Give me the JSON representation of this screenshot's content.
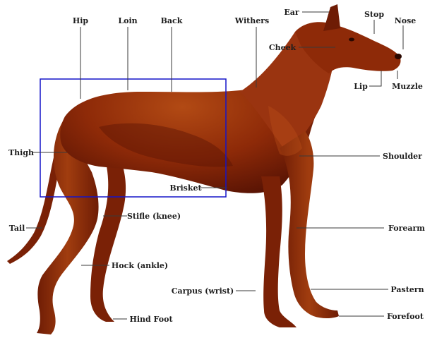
{
  "diagram": {
    "colors": {
      "coat": "#8e2a08",
      "coat_dark": "#5a1404",
      "coat_light": "#c0531a",
      "highlight_box": "#1414c8",
      "leader_line": "#3a3a3a"
    },
    "labels": {
      "hip": "Hip",
      "loin": "Loin",
      "back": "Back",
      "withers": "Withers",
      "ear": "Ear",
      "stop": "Stop",
      "nose": "Nose",
      "cheek": "Cheek",
      "lip": "Lip",
      "muzzle": "Muzzle",
      "thigh": "Thigh",
      "shoulder": "Shoulder",
      "brisket": "Brisket",
      "stifle": "Stifle (knee)",
      "tail": "Tail",
      "forearm": "Forearm",
      "hock": "Hock (ankle)",
      "carpus": "Carpus (wrist)",
      "pastern": "Pastern",
      "hind_foot": "Hind Foot",
      "forefoot": "Forefoot"
    }
  }
}
